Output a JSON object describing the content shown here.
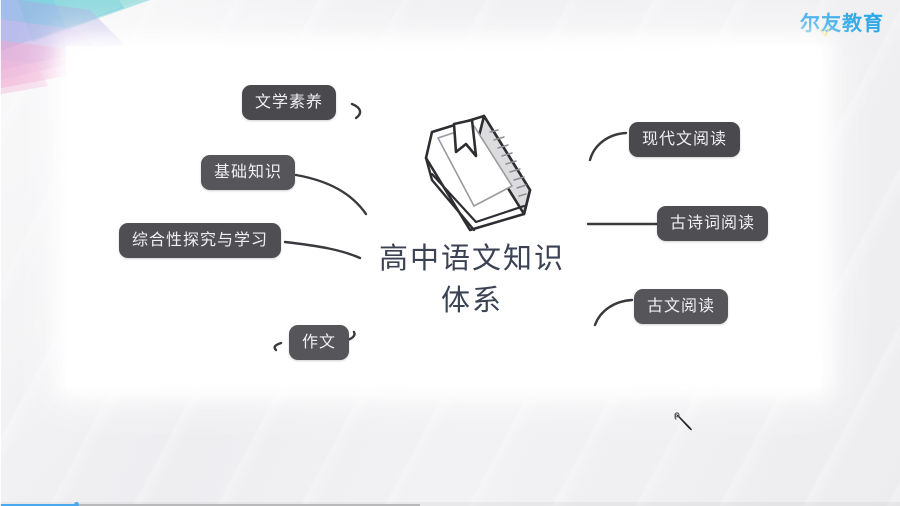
{
  "brand": {
    "logo_text": "尔友教育",
    "logo_color": "#2aa7e8",
    "check_color": "#f6d34a",
    "mark_name": "check-mark-icon"
  },
  "slide": {
    "center_title_line1": "高中语文知识",
    "center_title_line2": "体系",
    "center_title_color": "#3b4254",
    "artwork": "book-illustration",
    "canvas_color": "#ffffff",
    "node_color": "#4e4e52",
    "node_text_color": "#f0f0f2"
  },
  "mindmap": {
    "left_nodes": [
      {
        "label": "文学素养"
      },
      {
        "label": "基础知识"
      },
      {
        "label": "综合性探究与学习"
      },
      {
        "label": "作文"
      }
    ],
    "right_nodes": [
      {
        "label": "现代文阅读"
      },
      {
        "label": "古诗词阅读"
      },
      {
        "label": "古文阅读"
      }
    ]
  },
  "decoration": {
    "fan_colors": [
      "#4fb4e8",
      "#43c6c6",
      "#7fd8d2",
      "#9a8fe0",
      "#c9a7e6",
      "#ef8fc4",
      "#f1a8d3"
    ]
  },
  "player": {
    "progress_color": "#4aa8ef",
    "track_color": "#b9b9bb"
  },
  "pointer": {
    "cursor_name": "pen-cursor"
  }
}
